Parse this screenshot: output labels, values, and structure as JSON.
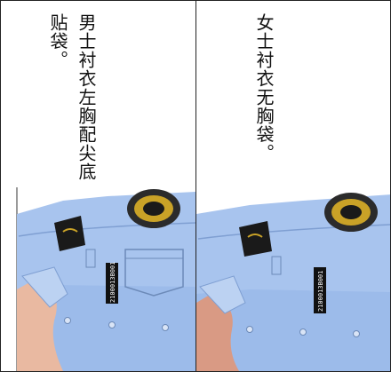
{
  "left_panel": {
    "caption": "男士衬衣左胸配尖底贴袋。",
    "badge_number": "2100013B001"
  },
  "right_panel": {
    "caption": "女士衬衣无胸袋。",
    "badge_number": "2100013B001"
  },
  "colors": {
    "shirt": "#a8c4ee",
    "shirt_shadow": "#8eaee0",
    "badge_gold": "#c9a227",
    "epaulette": "#1a1a1a",
    "skin": "#e9b9a1",
    "border": "#222222"
  }
}
